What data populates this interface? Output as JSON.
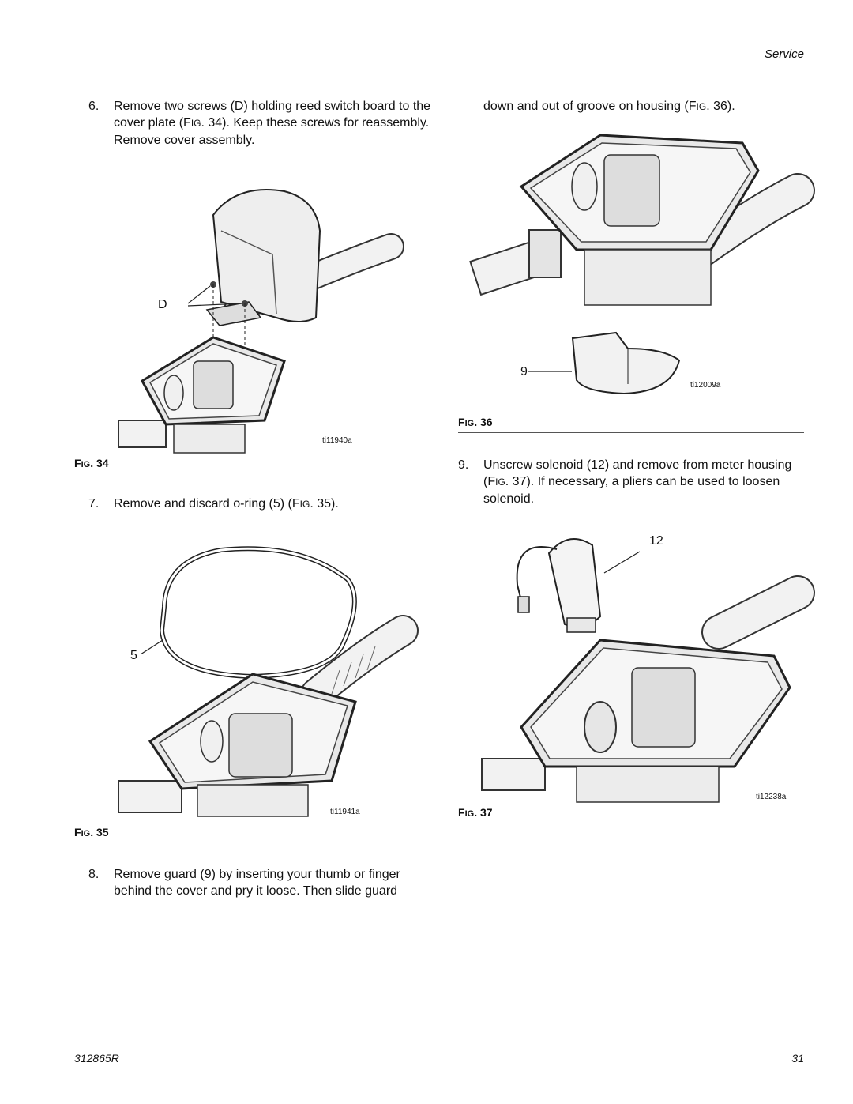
{
  "header": {
    "section": "Service"
  },
  "steps": [
    {
      "num": "6.",
      "parts": [
        "Remove two screws (D) holding reed switch board to the cover plate (F",
        "IG",
        ". 34). Keep these screws for reassembly. Remove cover assembly."
      ]
    },
    {
      "num": "7.",
      "parts": [
        "Remove and discard o-ring (5) (F",
        "IG",
        ". 35)."
      ]
    },
    {
      "num": "8.",
      "parts": [
        "Remove guard (9) by inserting your thumb or finger behind the cover and pry it loose. Then slide guard",
        "",
        ""
      ]
    },
    {
      "num": "",
      "parts": [
        "down and out of groove on housing (F",
        "IG",
        ". 36)."
      ]
    },
    {
      "num": "9.",
      "parts": [
        "Unscrew solenoid (12) and remove from meter housing (F",
        "IG",
        ". 37). If necessary, a pliers can be used to loosen solenoid."
      ]
    }
  ],
  "figures": [
    {
      "prefix": "F",
      "small": "IG",
      "label": ". 34",
      "image_id": "ti11940a",
      "callouts": [
        "D"
      ]
    },
    {
      "prefix": "F",
      "small": "IG",
      "label": ". 35",
      "image_id": "ti11941a",
      "callouts": [
        "5"
      ]
    },
    {
      "prefix": "F",
      "small": "IG",
      "label": ". 36",
      "image_id": "ti12009a",
      "callouts": [
        "9"
      ]
    },
    {
      "prefix": "F",
      "small": "IG",
      "label": ". 37",
      "image_id": "ti12238a",
      "callouts": [
        "12"
      ]
    }
  ],
  "footer": {
    "doc_number": "312865R",
    "page_number": "31"
  }
}
